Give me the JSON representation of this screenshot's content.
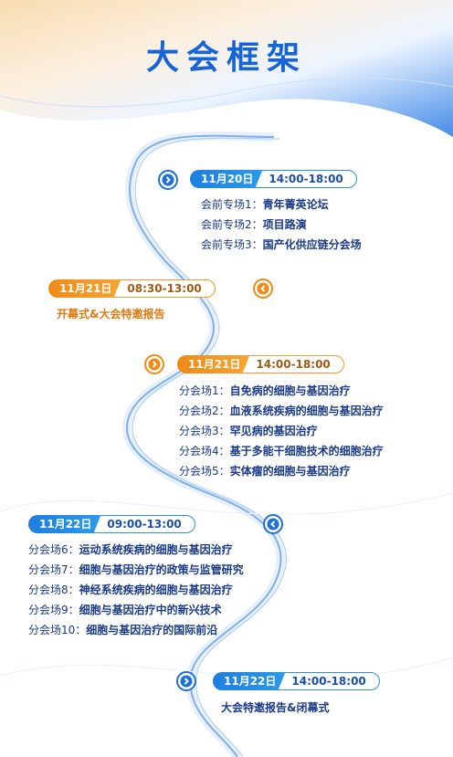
{
  "title": "大会框架",
  "blocks": [
    {
      "date": "11月20日",
      "time": "14:00-18:00",
      "theme": "blue",
      "items": [
        {
          "prefix": "会前专场1：",
          "text": "青年菁英论坛"
        },
        {
          "prefix": "会前专场2：",
          "text": "项目路演"
        },
        {
          "prefix": "会前专场3：",
          "text": "国产化供应链分会场"
        }
      ]
    },
    {
      "date": "11月21日",
      "time": "08:30-13:00",
      "theme": "orange",
      "subtitle": "开幕式&大会特邀报告"
    },
    {
      "date": "11月21日",
      "time": "14:00-18:00",
      "theme": "orange",
      "items": [
        {
          "prefix": "分会场1：",
          "text": "自免病的细胞与基因治疗"
        },
        {
          "prefix": "分会场2：",
          "text": "血液系统疾病的细胞与基因治疗"
        },
        {
          "prefix": "分会场3：",
          "text": "罕见病的基因治疗"
        },
        {
          "prefix": "分会场4：",
          "text": "基于多能干细胞技术的细胞治疗"
        },
        {
          "prefix": "分会场5：",
          "text": "实体瘤的细胞与基因治疗"
        }
      ]
    },
    {
      "date": "11月22日",
      "time": "09:00-13:00",
      "theme": "blue",
      "items": [
        {
          "prefix": "分会场6：",
          "text": "运动系统疾病的细胞与基因治疗"
        },
        {
          "prefix": "分会场7：",
          "text": "细胞与基因治疗的政策与监管研究"
        },
        {
          "prefix": "分会场8：",
          "text": "神经系统疾病的细胞与基因治疗"
        },
        {
          "prefix": "分会场9：",
          "text": "细胞与基因治疗中的新兴技术"
        },
        {
          "prefix": "分会场10：",
          "text": "细胞与基因治疗的国际前沿"
        }
      ]
    },
    {
      "date": "11月22日",
      "time": "14:00-18:00",
      "theme": "blue",
      "subtitle": "大会特邀报告&闭幕式"
    }
  ],
  "colors": {
    "primary": "#1565d8",
    "accent_orange": "#f08a16",
    "text": "#1a3a8a"
  }
}
